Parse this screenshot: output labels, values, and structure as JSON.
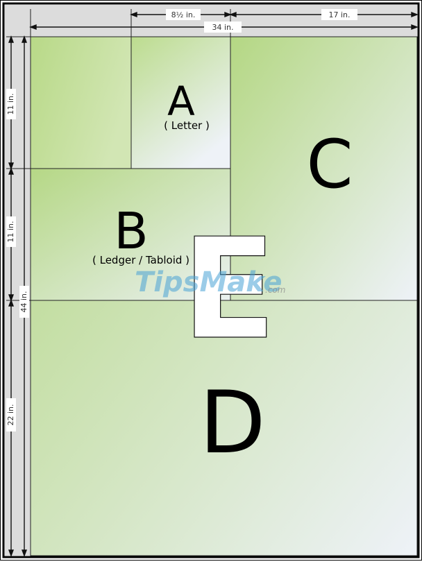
{
  "colors": {
    "green": "#b6d88a",
    "paper_fade": "#eef2f7",
    "margin_bg": "#dcdcdc",
    "line": "#222222",
    "watermark_blue": "#4aa3d6",
    "watermark_gray": "#8e8e8e"
  },
  "dimensions": {
    "a_width": "8½ in.",
    "b_width": "17 in.",
    "d_width": "34 in.",
    "a_height": "11 in.",
    "b_height": "11 in.",
    "e_height": "44 in.",
    "d_height": "22 in."
  },
  "sheets": {
    "a": {
      "letter": "A",
      "name": "( Letter )"
    },
    "b": {
      "letter": "B",
      "name": "( Ledger / Tabloid )"
    },
    "c": {
      "letter": "C"
    },
    "d": {
      "letter": "D"
    },
    "e": {
      "letter": "E"
    }
  },
  "watermark": {
    "brand": "TipsMake",
    "suffix": ".com"
  }
}
